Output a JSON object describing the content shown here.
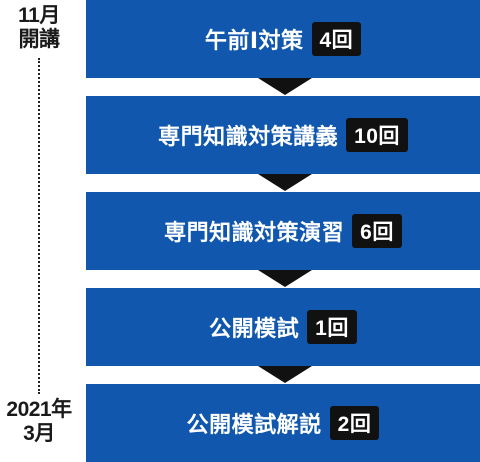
{
  "timeline": {
    "start_line1": "11月",
    "start_line2": "開講",
    "end_line1": "2021年",
    "end_line2": "3月"
  },
  "steps": [
    {
      "title": "午前Ⅰ対策",
      "count": "4回"
    },
    {
      "title": "専門知識対策講義",
      "count": "10回"
    },
    {
      "title": "専門知識対策演習",
      "count": "6回"
    },
    {
      "title": "公開模試",
      "count": "1回"
    },
    {
      "title": "公開模試解説",
      "count": "2回"
    }
  ],
  "colors": {
    "step_background": "#1057ad",
    "badge_background": "#111111",
    "arrow": "#111111"
  }
}
